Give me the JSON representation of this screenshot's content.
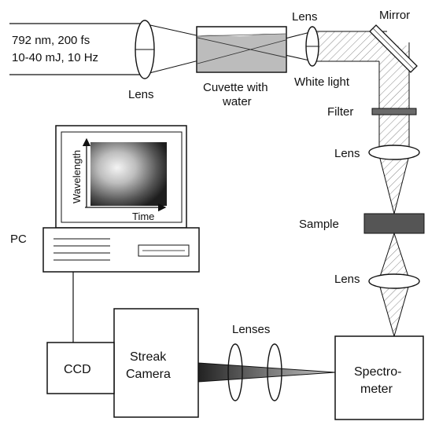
{
  "laser": {
    "line1": "792 nm, 200 fs",
    "line2": "10-40 mJ, 10 Hz"
  },
  "labels": {
    "lens_focus": "Lens",
    "cuvette_line1": "Cuvette with",
    "cuvette_line2": "water",
    "lens_collimate": "Lens",
    "white_light": "White light",
    "mirror": "Mirror",
    "filter": "Filter",
    "lens_sample_in": "Lens",
    "sample": "Sample",
    "lens_sample_out": "Lens",
    "pc": "PC",
    "ccd": "CCD",
    "streak_line1": "Streak",
    "streak_line2": "Camera",
    "lenses": "Lenses",
    "spectro_line1": "Spectro-",
    "spectro_line2": "meter"
  },
  "monitor": {
    "y_axis": "Wavelength",
    "x_axis": "Time"
  },
  "icons": {
    "mirror": "mirror-icon",
    "filter": "filter-icon",
    "lens": "lens-icon"
  },
  "colors": {
    "line": "#111111",
    "beam_fill": "#e6e6e6",
    "water": "#b9b9b9",
    "sample": "#555555",
    "filter": "#6a6a6a"
  }
}
